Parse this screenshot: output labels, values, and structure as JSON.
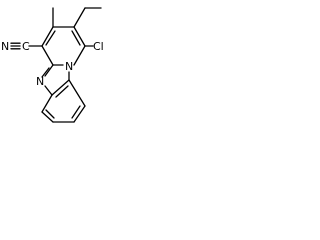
{
  "structure": {
    "atom_labels": {
      "nitrile_n": "N",
      "nitrile_c": "C",
      "chloro": "Cl",
      "ring_n": "N",
      "bridge_n": "N"
    }
  },
  "colors": {
    "line": "#000000",
    "background": "#ffffff"
  }
}
